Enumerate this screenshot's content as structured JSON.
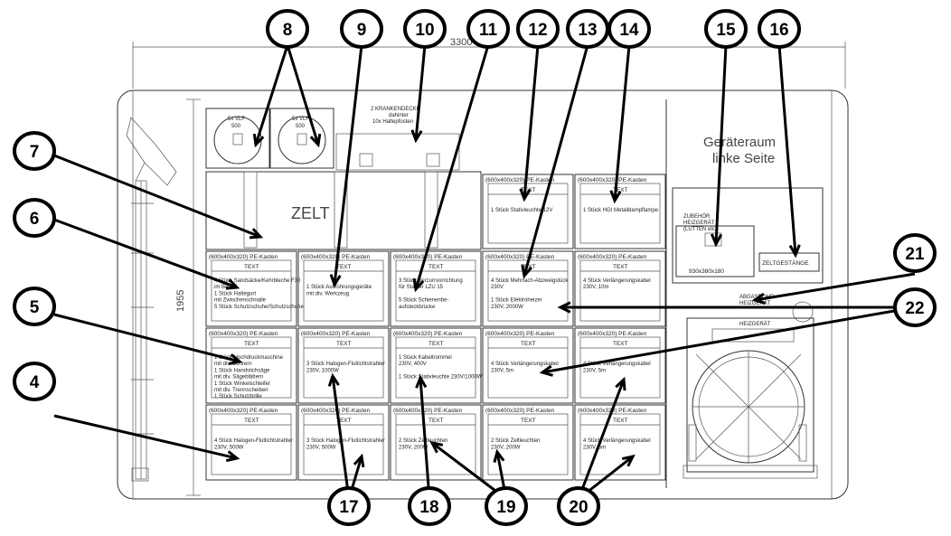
{
  "drawing": {
    "top_dimension": "3300",
    "side_dimension": "1955",
    "room_title_line1": "Geräteraum",
    "room_title_line2": "linke Seite",
    "zelt_label": "ZELT",
    "stretcher_label_line1": "2 KRANKENDECKE",
    "stretcher_label_line2": "dahinter",
    "stretcher_label_line3": "10x Haltepfosten",
    "tank_label": "5x VLF",
    "tank_value": "500",
    "zubehoer_line1": "ZUBEHÖR",
    "zubehoer_line2": "HEIZGERÄT",
    "zubehoer_line3": "(LUTTEN etc.)",
    "zubehoer_dims": "930x380x180",
    "zeltgestaenge": "ZELTGESTÄNGE",
    "heizgeraet": "HEIZGERÄT",
    "abgasrohr_line1": "ABGASROHR",
    "abgasrohr_line2": "HEIZGERÄT"
  },
  "box_header": {
    "size": "(600x400x320)",
    "kind": "PE-Kasten",
    "tag": "TEXT"
  },
  "boxes": [
    {
      "lines": [
        "",
        "1 Stück Stativleuchte 12V"
      ]
    },
    {
      "lines": [
        "",
        "1 Stück HGI Metalldampflampe"
      ]
    },
    {
      "lines": [
        "4 Stück Sandsäcke/Kehrbleche F30",
        "im Beutel",
        "1 Stück Haltegurt",
        "mit Zwischenschnalle",
        "5 Stück Schutzschuhe/Schutzschuhe"
      ]
    },
    {
      "lines": [
        "",
        "1 Stück Ausführungsgeräte",
        "mit div. Werkzeug"
      ]
    },
    {
      "lines": [
        "3 Stück Verzurrvorrichtung",
        "für Stapler LZU 15",
        "",
        "5 Stück Schienenbe-",
        "aufsteckbrücke"
      ]
    },
    {
      "lines": [
        "4 Stück Mehrfach-Abzweigstück",
        "230V",
        "",
        "1 Stück Elektroheizer",
        "230V, 2000W"
      ]
    },
    {
      "lines": [
        "4 Stück Verlängerungskabel",
        "230V, 10m"
      ]
    },
    {
      "lines": [
        "1 Stück Hochdruckmaschine",
        "mit div. Bohrern",
        "1 Stück Handstichsäge",
        "mit div. Sägeblättern",
        "1 Stück Winkelschleifer",
        "mit div. Trennscheiben",
        "1 Stück Schutzbrille"
      ]
    },
    {
      "lines": [
        "",
        "3 Stück Halogen-Flutlichtstrahler",
        "230V, 1000W"
      ]
    },
    {
      "lines": [
        "1 Stück Kabeltrommel",
        "230V, 400V",
        "",
        "1 Stück Stativleuchte 230V/1000W"
      ]
    },
    {
      "lines": [
        "",
        "4 Stück Verlängerungskabel",
        "230V, 5m"
      ]
    },
    {
      "lines": [
        "",
        "4 Stück Verlängerungskabel",
        "230V, 5m"
      ]
    },
    {
      "lines": [
        "",
        "4 Stück Halogen-Flutlichtstrahler",
        "230V, 500W"
      ]
    },
    {
      "lines": [
        "",
        "3 Stück Halogen-Flutlichtstrahler",
        "230V, 500W"
      ]
    },
    {
      "lines": [
        "",
        "2 Stück Zeltleuchten",
        "230V, 200W"
      ]
    },
    {
      "lines": [
        "",
        "2 Stück Zeltleuchten",
        "230V, 200W"
      ]
    },
    {
      "lines": [
        "",
        "4 Stück Verlängerungskabel",
        "230V, 5m"
      ]
    }
  ],
  "callouts": [
    "4",
    "5",
    "6",
    "7",
    "8",
    "9",
    "10",
    "11",
    "12",
    "13",
    "14",
    "15",
    "16",
    "17",
    "18",
    "19",
    "20",
    "21",
    "22"
  ]
}
